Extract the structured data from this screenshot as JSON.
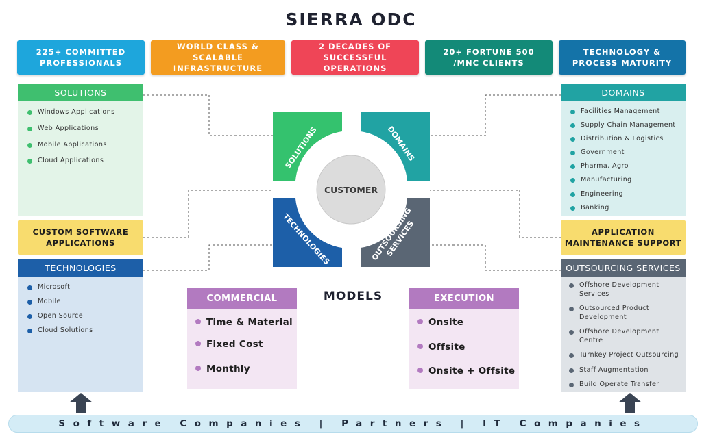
{
  "title": "SIERRA ODC",
  "badges": [
    {
      "label": "225+ COMMITTED\nPROFESSIONALS",
      "color": "#1ea6dc"
    },
    {
      "label": "WORLD CLASS & SCALABLE\nINFRASTRUCTURE",
      "color": "#f39c20"
    },
    {
      "label": "2 DECADES OF\nSUCCESSFUL OPERATIONS",
      "color": "#ef4557"
    },
    {
      "label": "20+ FORTUNE 500\n/MNC CLIENTS",
      "color": "#138a78"
    },
    {
      "label": "TECHNOLOGY &\nPROCESS MATURITY",
      "color": "#1473a8"
    }
  ],
  "solutions_panel": {
    "heading": "SOLUTIONS",
    "head_color": "#3fbf6f",
    "body_color": "#e3f4e8",
    "dot_color": "#3fbf6f",
    "items": [
      "Windows Applications",
      "Web Applications",
      "Mobile Applications",
      "Cloud Applications"
    ]
  },
  "custom_software": {
    "label": "CUSTOM SOFTWARE\nAPPLICATIONS"
  },
  "technologies_panel": {
    "heading": "TECHNOLOGIES",
    "head_color": "#1d5fa8",
    "body_color": "#d6e4f2",
    "dot_color": "#1d5fa8",
    "items": [
      "Microsoft",
      "Mobile",
      "Open Source",
      "Cloud Solutions"
    ]
  },
  "domains_panel": {
    "heading": "DOMAINS",
    "head_color": "#21a3a3",
    "body_color": "#d9efef",
    "dot_color": "#21a3a3",
    "items": [
      "Facilities Management",
      "Supply Chain Management",
      "Distribution & Logistics",
      "Government",
      "Pharma, Agro",
      "Manufacturing",
      "Engineering",
      "Banking"
    ]
  },
  "app_maintenance": {
    "label": "APPLICATION\nMAINTENANCE SUPPORT"
  },
  "outsourcing_panel": {
    "heading": "OUTSOURCING SERVICES",
    "head_color": "#5a6674",
    "body_color": "#dfe3e7",
    "dot_color": "#5a6674",
    "items": [
      "Offshore Development\nServices",
      "Outsourced Product\nDevelopment",
      "Offshore Development\nCentre",
      "Turnkey Project Outsourcing",
      "Staff Augmentation",
      "Build Operate Transfer"
    ]
  },
  "center": {
    "customer": "CUSTOMER",
    "quadrants": [
      {
        "label": "SOLUTIONS",
        "color": "#34c26e"
      },
      {
        "label": "DOMAINS",
        "color": "#21a3a3"
      },
      {
        "label": "TECHNOLOGIES",
        "color": "#1d5fa8"
      },
      {
        "label": "OUTSOURSING\nSERVICES",
        "color": "#5a6674"
      }
    ]
  },
  "models_label": "MODELS",
  "commercial": {
    "heading": "COMMERCIAL",
    "head_color": "#b27ac0",
    "items": [
      "Time & Material",
      "Fixed Cost",
      "Monthly"
    ]
  },
  "execution": {
    "heading": "EXECUTION",
    "head_color": "#b27ac0",
    "items": [
      "Onsite",
      "Offsite",
      "Onsite + Offsite"
    ]
  },
  "bottom_bar": "Software Companies | Partners | IT Companies"
}
